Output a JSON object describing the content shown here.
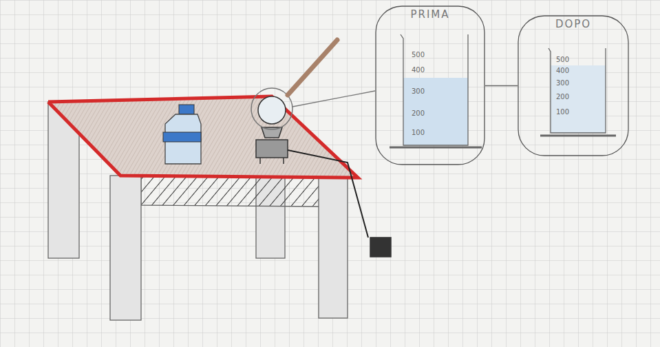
{
  "diagram": {
    "nodes": [
      {
        "text": [
          "PRIMA"
        ]
      },
      {
        "text": [
          "DOPO"
        ]
      }
    ],
    "edges": [
      {
        "from": 0,
        "to": 1,
        "arrow": "none"
      }
    ],
    "labels": [
      "500",
      "400",
      "300",
      "200",
      "100",
      "500",
      "400",
      "300",
      "200",
      "100"
    ]
  }
}
